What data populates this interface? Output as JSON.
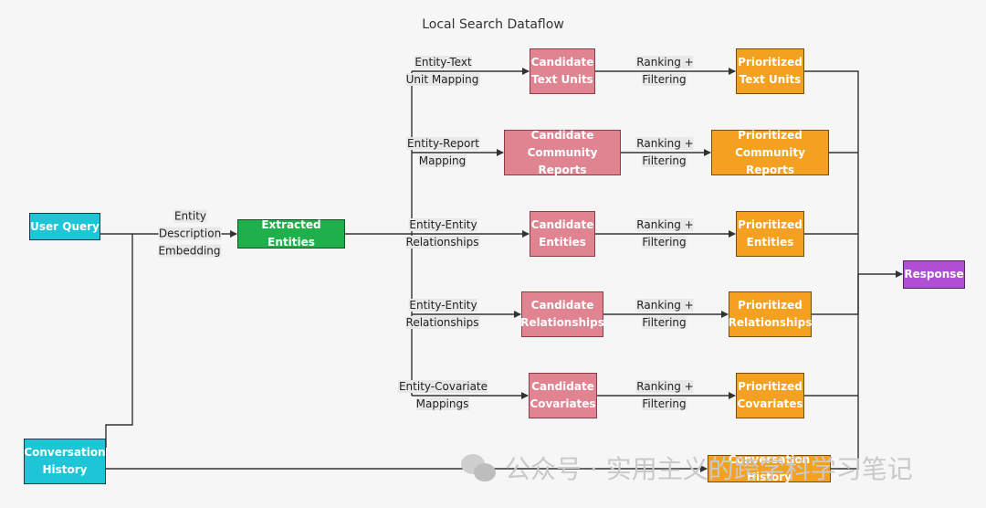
{
  "title": "Local Search Dataflow",
  "nodes": {
    "user_query": "User Query",
    "conversation_history": "Conversation\nHistory",
    "extracted_entities": "Extracted Entities",
    "cand_text_units": "Candidate\nText Units",
    "cand_community_reports": "Candidate\nCommunity Reports",
    "cand_entities": "Candidate\nEntities",
    "cand_relationships": "Candidate\nRelationships",
    "cand_covariates": "Candidate\nCovariates",
    "prio_text_units": "Prioritized\nText Units",
    "prio_community_reports": "Prioritized\nCommunity Reports",
    "prio_entities": "Prioritized\nEntities",
    "prio_relationships": "Prioritized\nRelationships",
    "prio_covariates": "Prioritized\nCovariates",
    "conversation_history_out": "Conversation History",
    "response": "Response"
  },
  "edge_labels": {
    "entity_embedding": "Entity\nDescription\nEmbedding",
    "text_unit_mapping": "Entity-Text\nUnit Mapping",
    "report_mapping": "Entity-Report\nMapping",
    "entity_relationships_1": "Entity-Entity\nRelationships",
    "entity_relationships_2": "Entity-Entity\nRelationships",
    "covariate_mappings": "Entity-Covariate\nMappings",
    "ranking_1": "Ranking +\nFiltering",
    "ranking_2": "Ranking +\nFiltering",
    "ranking_3": "Ranking +\nFiltering",
    "ranking_4": "Ranking +\nFiltering",
    "ranking_5": "Ranking +\nFiltering"
  },
  "watermark": "公众号 · 实用主义的跨学科学习笔记",
  "colors": {
    "input": "#1ec5d6",
    "entities": "#1fb04b",
    "candidate": "#e08492",
    "prioritized": "#f4a020",
    "response": "#b04fd4"
  }
}
